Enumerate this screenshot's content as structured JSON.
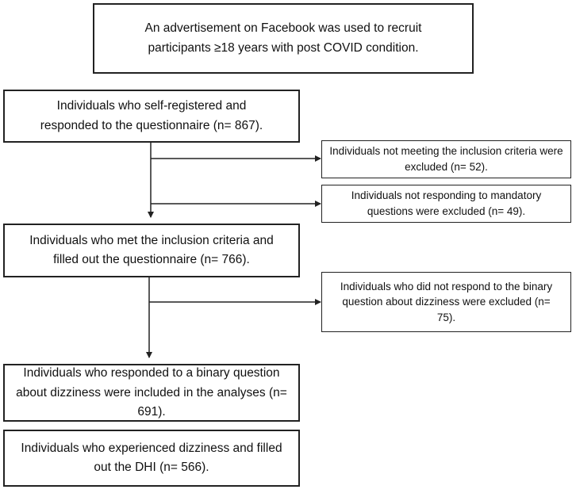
{
  "boxes": {
    "recruitment": "An advertisement on Facebook was used to recruit participants ≥18 years with post COVID condition.",
    "registered": "Individuals who self-registered and responded to the questionnaire (n= 867).",
    "excluded_inclusion": "Individuals not meeting the inclusion criteria were excluded (n= 52).",
    "excluded_mandatory": "Individuals not responding to mandatory questions were excluded (n= 49).",
    "met_criteria": "Individuals who met the inclusion criteria and filled out the questionnaire (n= 766).",
    "excluded_binary": "Individuals who did not respond to the binary question about dizziness were excluded (n= 75).",
    "binary_included": "Individuals who responded to a binary question about dizziness were included in the analyses (n= 691).",
    "dhi": "Individuals who experienced dizziness and filled out the DHI (n= 566)."
  }
}
